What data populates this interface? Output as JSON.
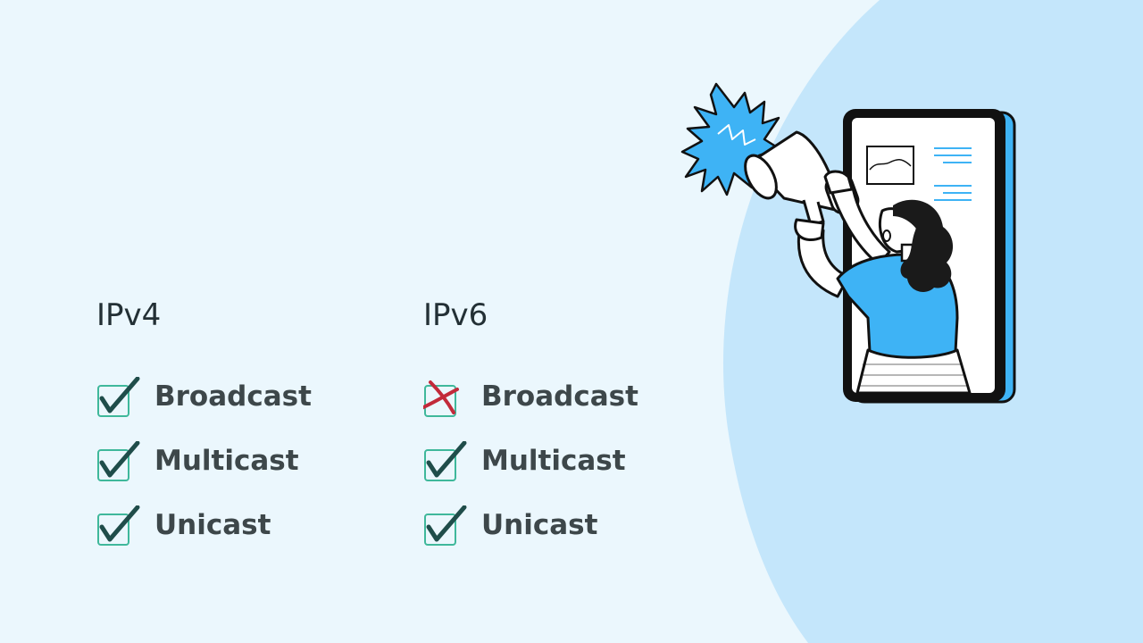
{
  "colors": {
    "background": "#ebf7fd",
    "blob": "#c4e6fb",
    "check": "#1f4d4a",
    "box": "#3fb89b",
    "cross": "#c22a3a",
    "accent": "#3eb3f5"
  },
  "columns": [
    {
      "title": "IPv4",
      "items": [
        {
          "label": "Broadcast",
          "supported": true,
          "icon": "checkmark-icon"
        },
        {
          "label": "Multicast",
          "supported": true,
          "icon": "checkmark-icon"
        },
        {
          "label": "Unicast",
          "supported": true,
          "icon": "checkmark-icon"
        }
      ]
    },
    {
      "title": "IPv6",
      "items": [
        {
          "label": "Broadcast",
          "supported": false,
          "icon": "cross-icon"
        },
        {
          "label": "Multicast",
          "supported": true,
          "icon": "checkmark-icon"
        },
        {
          "label": "Unicast",
          "supported": true,
          "icon": "checkmark-icon"
        }
      ]
    }
  ],
  "illustration": {
    "icon": "woman-with-megaphone-in-phone-illustration"
  }
}
